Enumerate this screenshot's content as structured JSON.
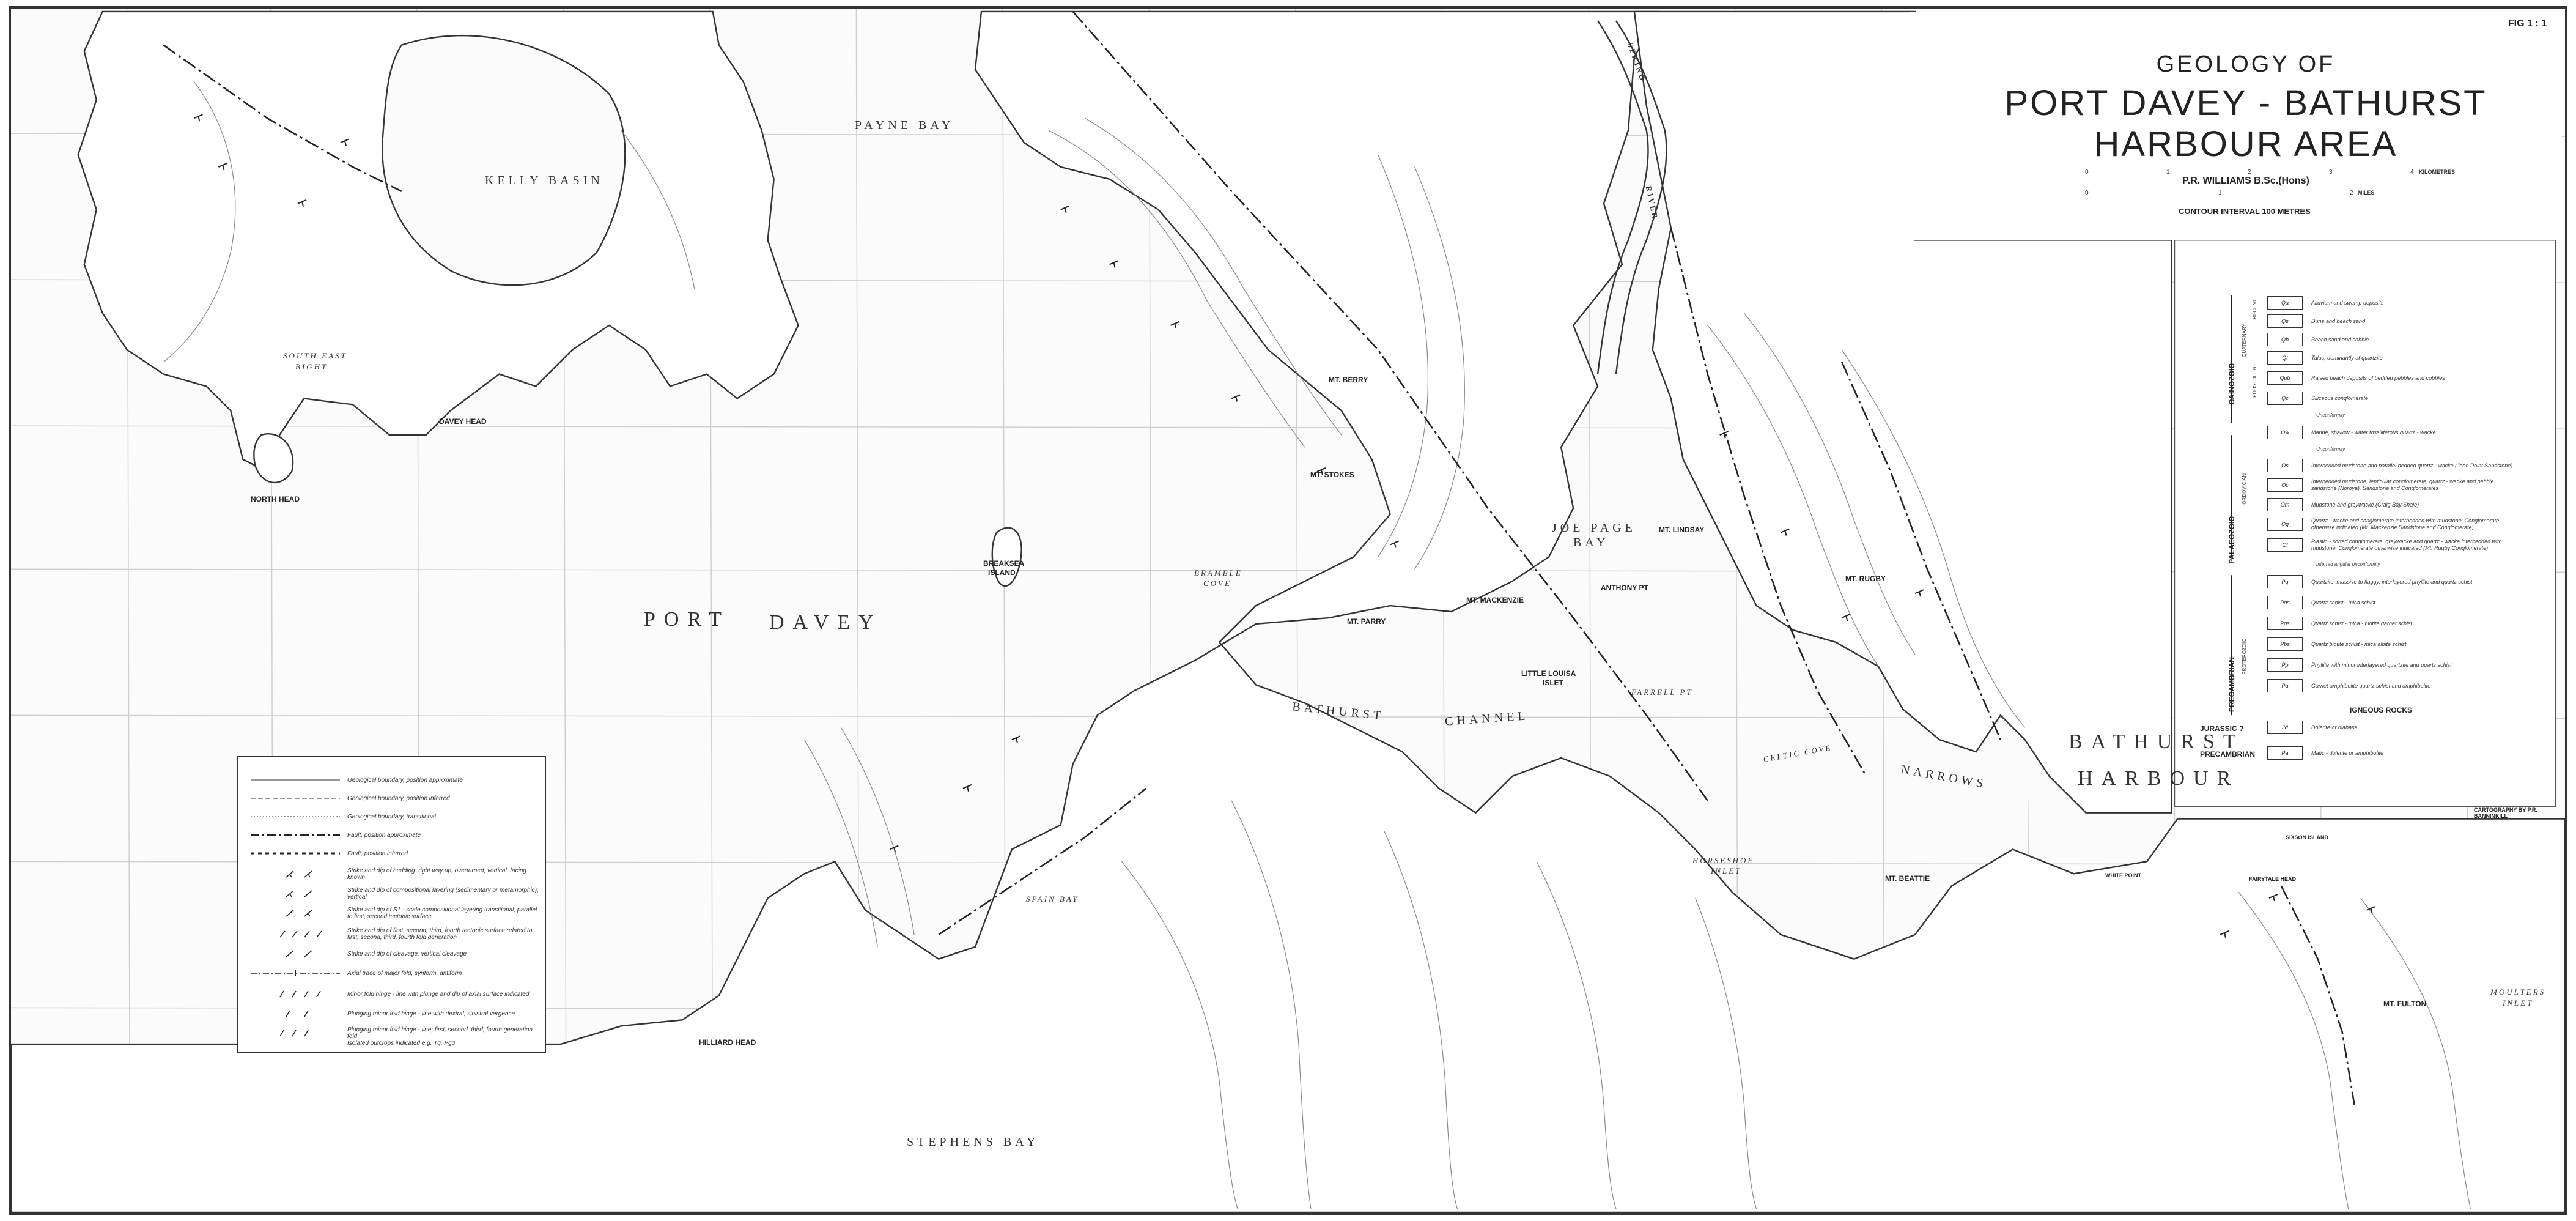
{
  "fig_label": "FIG 1 : 1",
  "title": {
    "line1": "GEOLOGY OF",
    "line2": "PORT DAVEY - BATHURST HARBOUR AREA",
    "author": "P.R. WILLIAMS  B.Sc.(Hons)"
  },
  "scale": {
    "km_ticks": [
      "0",
      "1",
      "2",
      "3",
      "4"
    ],
    "km_unit": "KILOMETRES",
    "mile_ticks": [
      "0",
      "1",
      "2"
    ],
    "mile_unit": "MILES"
  },
  "contour_interval": "CONTOUR INTERVAL   100 METRES",
  "cartography": "CARTOGRAPHY BY P.R. BANNINKILL",
  "place_names_large": [
    {
      "id": "port",
      "text": "PORT"
    },
    {
      "id": "davey",
      "text": "DAVEY"
    },
    {
      "id": "bathurst-harbour-1",
      "text": "BATHURST"
    },
    {
      "id": "bathurst-harbour-2",
      "text": "HARBOUR"
    }
  ],
  "place_names_medium": [
    {
      "id": "payne-bay",
      "text": "PAYNE   BAY"
    },
    {
      "id": "kelly-basin",
      "text": "KELLY BASIN"
    },
    {
      "id": "joe-page-bay-1",
      "text": "JOE PAGE"
    },
    {
      "id": "joe-page-bay-2",
      "text": "BAY"
    },
    {
      "id": "bathurst-channel-1",
      "text": "BATHURST"
    },
    {
      "id": "bathurst-channel-2",
      "text": "CHANNEL"
    },
    {
      "id": "narrows",
      "text": "NARROWS"
    },
    {
      "id": "stephens-bay",
      "text": "STEPHENS   BAY"
    }
  ],
  "place_names_small": [
    {
      "id": "south-east-bight",
      "text": "SOUTH EAST"
    },
    {
      "id": "bight",
      "text": "BIGHT"
    },
    {
      "id": "bramble-cove-1",
      "text": "BRAMBLE"
    },
    {
      "id": "bramble-cove-2",
      "text": "COVE"
    },
    {
      "id": "horseshoe-inlet",
      "text": "HORSESHOE"
    },
    {
      "id": "inlet",
      "text": "INLET"
    },
    {
      "id": "spain-bay",
      "text": "SPAIN BAY"
    },
    {
      "id": "moulters-inlet-1",
      "text": "MOULTERS"
    },
    {
      "id": "moulters-inlet-2",
      "text": "INLET"
    },
    {
      "id": "farrell-pt",
      "text": "FARRELL PT"
    },
    {
      "id": "celtic-cove",
      "text": "CELTIC COVE"
    }
  ],
  "peaks": [
    {
      "id": "davey-head",
      "text": "DAVEY HEAD"
    },
    {
      "id": "north-head",
      "text": "NORTH HEAD"
    },
    {
      "id": "breaksea",
      "text": "BREAKSEA"
    },
    {
      "id": "island",
      "text": "ISLAND"
    },
    {
      "id": "mt-berry",
      "text": "MT. BERRY"
    },
    {
      "id": "mt-stokes",
      "text": "MT. STOKES"
    },
    {
      "id": "mt-mackenzie",
      "text": "MT. MACKENZIE"
    },
    {
      "id": "mt-parry",
      "text": "MT. PARRY"
    },
    {
      "id": "little-louisa",
      "text": "LITTLE LOUISA"
    },
    {
      "id": "islet",
      "text": "ISLET"
    },
    {
      "id": "mt-lindsay",
      "text": "MT. LINDSAY"
    },
    {
      "id": "anthony-pt",
      "text": "ANTHONY PT"
    },
    {
      "id": "mt-rugby",
      "text": "MT. RUGBY"
    },
    {
      "id": "mt-beattie",
      "text": "MT. BEATTIE"
    },
    {
      "id": "mt-fulton",
      "text": "MT. FULTON"
    },
    {
      "id": "hilliard-head",
      "text": "HILLIARD HEAD"
    },
    {
      "id": "white-point",
      "text": "WHITE POINT"
    },
    {
      "id": "fairytale-head",
      "text": "FAIRYTALE HEAD"
    },
    {
      "id": "sixson-island",
      "text": "SIXSON ISLAND"
    }
  ],
  "river_label": "RIVER",
  "river_label_2": "SPRING",
  "legend_left": [
    "Geological boundary, position approximate",
    "Geological boundary, position inferred",
    "Geological boundary, transitional",
    "Fault, position approximate",
    "Fault, position inferred",
    "Strike and dip of bedding: right way up, overturned; vertical, facing known",
    "Strike and dip of compositional layering (sedimentary or metamorphic), vertical",
    "Strike and dip of S1 - scale compositional layering transitional; parallel to first, second tectonic surface",
    "Strike and dip of first, second, third, fourth tectonic surface related to first, second, third, fourth fold generation",
    "Strike and dip of cleavage, vertical cleavage",
    "Axial trace of major fold, synform, antiform",
    "Minor fold hinge - line with plunge and dip of axial surface indicated",
    "Plunging minor fold hinge - line with dextral, sinistral vergence",
    "Plunging minor fold hinge - line; first, second, third, fourth generation fold",
    "Isolated outcrops indicated e.g. Tq, Pgq"
  ],
  "legend_right": {
    "eras": [
      "CAINOZOIC",
      "PALAEOZOIC",
      "PRECAMBRIAN"
    ],
    "sub_eras": [
      "QUATERNARY",
      "RECENT",
      "PLEISTOCENE",
      "ORDOVICIAN",
      "PROTEROZOIC"
    ],
    "units": [
      {
        "code": "Qa",
        "desc": "Alluvium and swamp deposits"
      },
      {
        "code": "Qs",
        "desc": "Dune and beach sand"
      },
      {
        "code": "Qb",
        "desc": "Beach sand and cobble"
      },
      {
        "code": "Qt",
        "desc": "Talus, dominantly of quartzite"
      },
      {
        "code": "Qpb",
        "desc": "Raised beach deposits of bedded pebbles and cobbles"
      },
      {
        "code": "Qc",
        "desc": "Siliceous conglomerate"
      },
      {
        "code": "Ow",
        "desc": "Marine, shallow - water fossiliferous quartz - wacke"
      },
      {
        "code": "Os",
        "desc": "Interbedded mudstone and parallel bedded quartz - wacke (Joan Point Sandstone)"
      },
      {
        "code": "Oc",
        "desc": "Interbedded mudstone, lenticular conglomerate, quartz - wacke and pebble sandstone (Noroya). Sandstone and Conglomerates"
      },
      {
        "code": "Om",
        "desc": "Mudstone and greywacke (Craig Bay Shale)"
      },
      {
        "code": "Oq",
        "desc": "Quartz - wacke and conglomerate interbedded with mudstone. Conglomerate otherwise indicated (Mt. Mackenzie Sandstone and Conglomerate)"
      },
      {
        "code": "Ol",
        "desc": "Plastic - sorted conglomerate, greywacke and quartz - wacke interbedded with mudstone. Conglomerate otherwise indicated (Mt. Rugby Conglomerate)"
      },
      {
        "code": "Pq",
        "desc": "Quartzite, massive to flaggy, interlayered phyllite and quartz schist"
      },
      {
        "code": "Pqs",
        "desc": "Quartz schist - mica schist"
      },
      {
        "code": "Pgs",
        "desc": "Quartz schist - mica - biotite garnet schist"
      },
      {
        "code": "Pbs",
        "desc": "Quartz biotite schist - mica albite schist"
      },
      {
        "code": "Pp",
        "desc": "Phyllite with minor interlayered quartzite and quartz schist"
      },
      {
        "code": "Pa",
        "desc": "Garnet amphibolite quartz schist and amphibolite"
      }
    ],
    "unconformities": [
      "Unconformity",
      "Unconformity",
      "Inferred angular unconformity"
    ],
    "igneous_head": "IGNEOUS ROCKS",
    "igneous": [
      {
        "age": "JURASSIC ?",
        "code": "Jd",
        "desc": "Dolerite or diabase"
      },
      {
        "age": "PRECAMBRIAN",
        "code": "Pa",
        "desc": "Mafic - dolerite or amphibolite"
      }
    ]
  }
}
